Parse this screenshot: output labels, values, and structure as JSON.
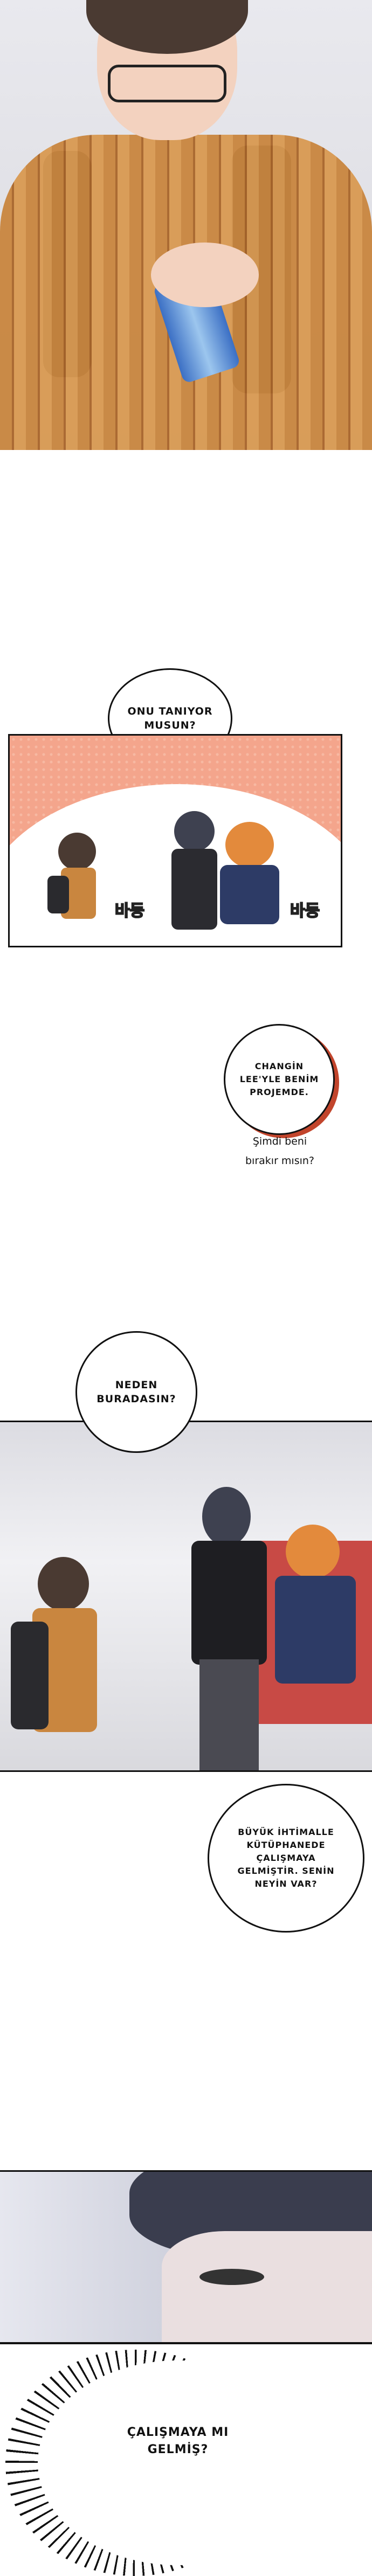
{
  "panels": [
    {
      "name": "panel-1-boy-with-drink"
    },
    {
      "name": "panel-2-chibi-scene",
      "sfx": [
        "바둥",
        "바둥"
      ]
    },
    {
      "name": "panel-3-hallway"
    },
    {
      "name": "panel-4-closeup"
    }
  ],
  "dialogue": {
    "b1": "ONU TANIYOR\nMUSUN?",
    "b2": "CHANGİN\nLEE'YLE BENİM\nPROJEMDE.",
    "b2_whisper": "Şimdi beni\nbırakır mısın?",
    "b3": "NEDEN\nBURADASIN?",
    "b4": "BÜYÜK İHTİMALLE\nKÜTÜPHANEDE\nÇALIŞMAYA\nGELMİŞTİR. SENİN\nNEYİN VAR?",
    "b5": "ÇALIŞMAYA MI\nGELMİŞ?"
  },
  "colors": {
    "plaid": "#c9863f",
    "salmon": "#f4a58c",
    "accent": "#c2452c"
  }
}
